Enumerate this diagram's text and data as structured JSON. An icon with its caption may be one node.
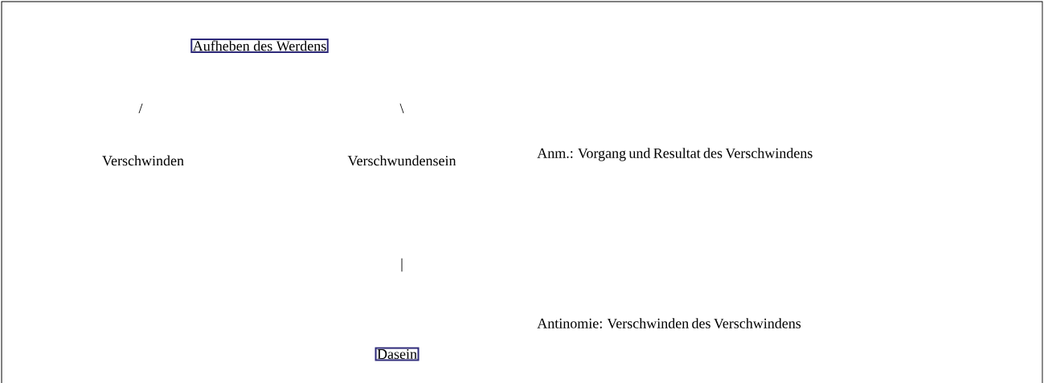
{
  "diagram": {
    "nodes": [
      {
        "text": [
          "Aufheben des Werdens"
        ]
      },
      {
        "text": [
          "Verschwinden"
        ]
      },
      {
        "text": [
          "Verschwundensein"
        ]
      },
      {
        "text": [
          "Dasein"
        ]
      }
    ],
    "labels": [
      "/",
      "\\",
      "Anm.: Vorgang und Resultat des Verschwindens",
      "|",
      "Antinomie: Verschwinden des Verschwindens"
    ]
  }
}
